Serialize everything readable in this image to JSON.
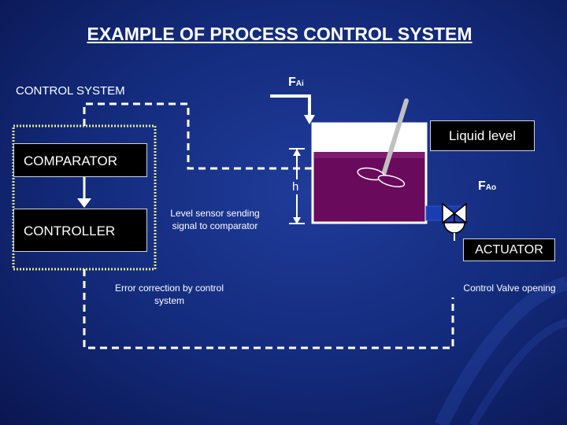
{
  "title": "EXAMPLE OF PROCESS CONTROL SYSTEM",
  "control_system_label": "CONTROL SYSTEM",
  "flow_in_label": {
    "main": "F",
    "sub": "Ai"
  },
  "flow_out_label": {
    "main": "F",
    "sub": "Ao"
  },
  "liquid_level_label": "Liquid level",
  "comparator_label": "COMPARATOR",
  "controller_label": "CONTROLLER",
  "level_symbol": "h",
  "sensor_caption": "Level sensor sending signal to comparator",
  "error_caption": "Error correction by control system",
  "actuator_label": "ACTUATOR",
  "valve_caption": "Control Valve opening",
  "colors": {
    "background": "#132a7a",
    "liquid": "#6a0a5c",
    "tank_top": "#ffffff",
    "signal_line": "#ffffff",
    "box_fill": "#000000",
    "control_outline": "#ffff66"
  }
}
